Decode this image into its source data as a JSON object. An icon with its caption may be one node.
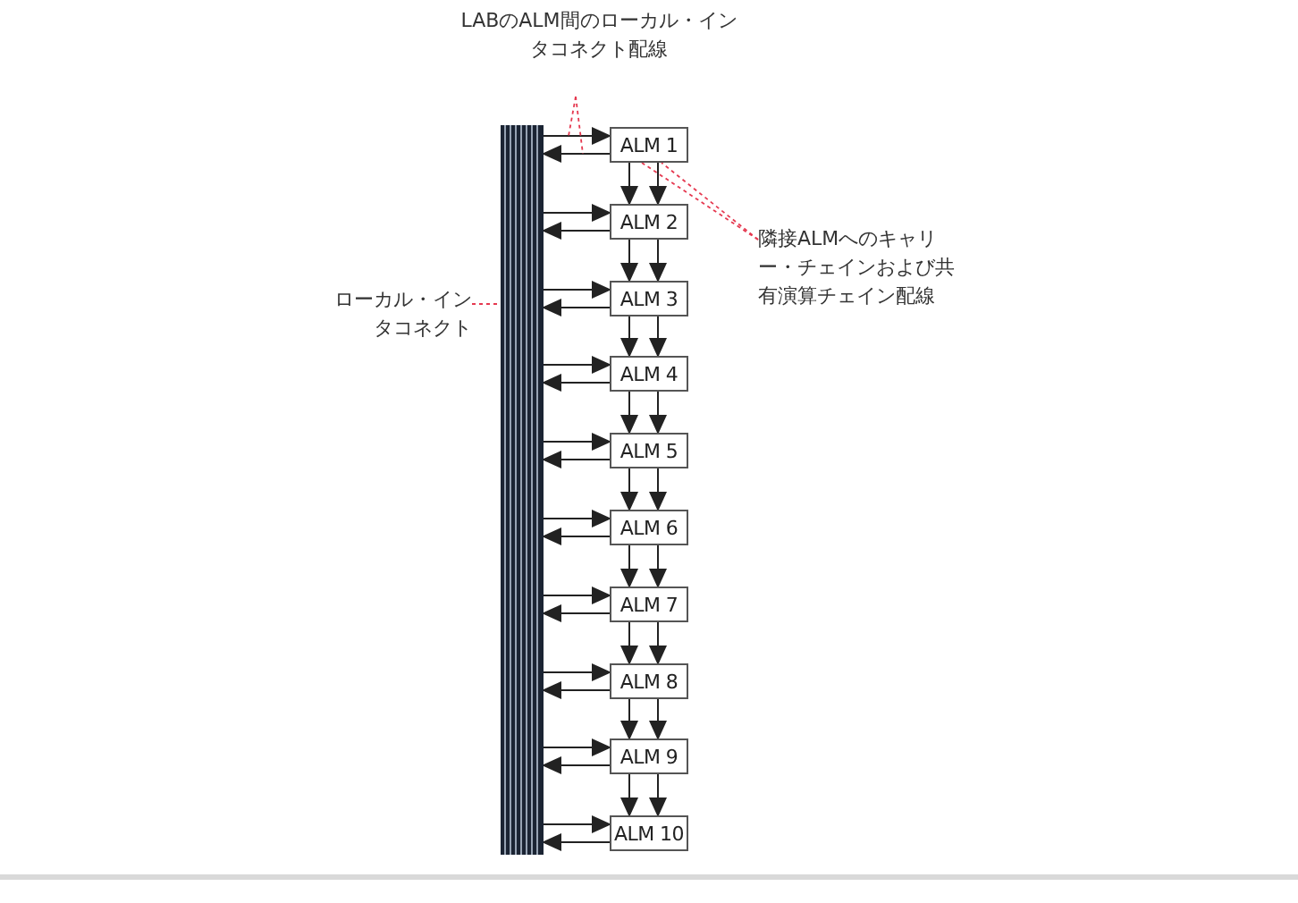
{
  "diagram": {
    "nodes": [
      {
        "text": [],
        "shape": "bar"
      },
      {
        "text": [
          "ALM 1"
        ]
      },
      {
        "text": [
          "ALM 2"
        ]
      },
      {
        "text": [
          "ALM 3"
        ]
      },
      {
        "text": [
          "ALM 4"
        ]
      },
      {
        "text": [
          "ALM 5"
        ]
      },
      {
        "text": [
          "ALM 6"
        ]
      },
      {
        "text": [
          "ALM 7"
        ]
      },
      {
        "text": [
          "ALM 8"
        ]
      },
      {
        "text": [
          "ALM 9"
        ]
      },
      {
        "text": [
          "ALM 10"
        ]
      },
      {
        "text": [
          "LABのALM間のローカル・インタコネクト配線"
        ]
      },
      {
        "text": [
          "隣接ALMへのキャリー・チェインおよび共有演算チェイン配線"
        ]
      },
      {
        "text": [
          "ローカル・インタコネクト"
        ]
      }
    ],
    "edges": [
      {
        "from": 0,
        "to": 1,
        "arrow": "to"
      },
      {
        "from": 1,
        "to": 0,
        "arrow": "to"
      },
      {
        "from": 0,
        "to": 2,
        "arrow": "to"
      },
      {
        "from": 2,
        "to": 0,
        "arrow": "to"
      },
      {
        "from": 0,
        "to": 3,
        "arrow": "to"
      },
      {
        "from": 3,
        "to": 0,
        "arrow": "to"
      },
      {
        "from": 0,
        "to": 4,
        "arrow": "to"
      },
      {
        "from": 4,
        "to": 0,
        "arrow": "to"
      },
      {
        "from": 0,
        "to": 5,
        "arrow": "to"
      },
      {
        "from": 5,
        "to": 0,
        "arrow": "to"
      },
      {
        "from": 0,
        "to": 6,
        "arrow": "to"
      },
      {
        "from": 6,
        "to": 0,
        "arrow": "to"
      },
      {
        "from": 0,
        "to": 7,
        "arrow": "to"
      },
      {
        "from": 7,
        "to": 0,
        "arrow": "to"
      },
      {
        "from": 0,
        "to": 8,
        "arrow": "to"
      },
      {
        "from": 8,
        "to": 0,
        "arrow": "to"
      },
      {
        "from": 0,
        "to": 9,
        "arrow": "to"
      },
      {
        "from": 9,
        "to": 0,
        "arrow": "to"
      },
      {
        "from": 0,
        "to": 10,
        "arrow": "to"
      },
      {
        "from": 10,
        "to": 0,
        "arrow": "to"
      },
      {
        "from": 1,
        "to": 2,
        "arrow": "to"
      },
      {
        "from": 1,
        "to": 2,
        "arrow": "to"
      },
      {
        "from": 2,
        "to": 3,
        "arrow": "to"
      },
      {
        "from": 2,
        "to": 3,
        "arrow": "to"
      },
      {
        "from": 3,
        "to": 4,
        "arrow": "to"
      },
      {
        "from": 3,
        "to": 4,
        "arrow": "to"
      },
      {
        "from": 4,
        "to": 5,
        "arrow": "to"
      },
      {
        "from": 4,
        "to": 5,
        "arrow": "to"
      },
      {
        "from": 5,
        "to": 6,
        "arrow": "to"
      },
      {
        "from": 5,
        "to": 6,
        "arrow": "to"
      },
      {
        "from": 6,
        "to": 7,
        "arrow": "to"
      },
      {
        "from": 6,
        "to": 7,
        "arrow": "to"
      },
      {
        "from": 7,
        "to": 8,
        "arrow": "to"
      },
      {
        "from": 7,
        "to": 8,
        "arrow": "to"
      },
      {
        "from": 8,
        "to": 9,
        "arrow": "to"
      },
      {
        "from": 8,
        "to": 9,
        "arrow": "to"
      },
      {
        "from": 9,
        "to": 10,
        "arrow": "to"
      },
      {
        "from": 9,
        "to": 10,
        "arrow": "to"
      },
      {
        "from": 11,
        "to": null,
        "arrow": "none",
        "style": "dashed",
        "color": "#e53950"
      },
      {
        "from": 11,
        "to": null,
        "arrow": "none",
        "style": "dashed",
        "color": "#e53950"
      },
      {
        "from": 12,
        "to": 1,
        "arrow": "none",
        "style": "dashed",
        "color": "#e53950"
      },
      {
        "from": 12,
        "to": 1,
        "arrow": "none",
        "style": "dashed",
        "color": "#e53950"
      },
      {
        "from": 13,
        "to": 0,
        "arrow": "none",
        "style": "dashed",
        "color": "#e53950"
      }
    ]
  }
}
